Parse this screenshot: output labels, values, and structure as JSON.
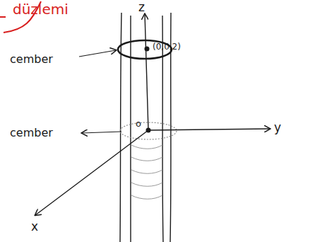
{
  "diagram": {
    "labels": [
      "düzlemi",
      "z",
      "y",
      "x",
      "cember",
      "cember",
      "o",
      "(0,0,2)"
    ]
  }
}
